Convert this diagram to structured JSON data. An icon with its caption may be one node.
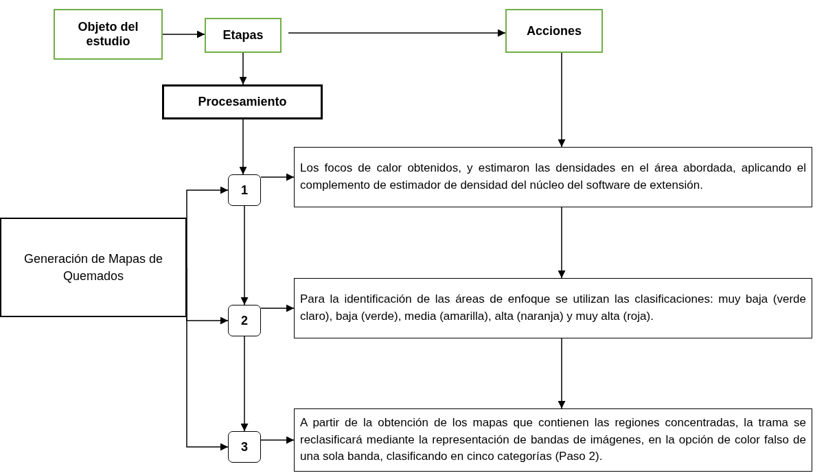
{
  "diagram": {
    "nodes": [
      {
        "text": [
          "Objeto del estudio"
        ]
      },
      {
        "text": [
          "Etapas"
        ]
      },
      {
        "text": [
          "Acciones"
        ]
      },
      {
        "text": [
          "Procesamiento"
        ]
      },
      {
        "text": [
          "1"
        ]
      },
      {
        "text": [
          "Los focos de calor obtenidos, y estimaron las densidades en el área abordada, aplicando el complemento de estimador de densidad del núcleo del software de extensión."
        ]
      },
      {
        "text": [
          "Generación de Mapas de Quemados"
        ]
      },
      {
        "text": [
          "2"
        ]
      },
      {
        "text": [
          "Para la identificación de las áreas de enfoque se utilizan las clasificaciones: muy baja (verde claro), baja (verde), media (amarilla), alta (naranja) y muy alta (roja)."
        ]
      },
      {
        "text": [
          "3"
        ]
      },
      {
        "text": [
          "A partir de la obtención de los mapas que contienen las regiones concentradas, la trama se reclasificará mediante la representación de bandas de imágenes, en la opción de color falso de una sola banda, clasificando en cinco categorías (Paso 2)."
        ]
      }
    ],
    "edges": [
      {
        "from": 0,
        "to": 1,
        "arrow": "to"
      },
      {
        "from": 1,
        "to": 2,
        "arrow": "to"
      },
      {
        "from": 1,
        "to": 3,
        "arrow": "to"
      },
      {
        "from": 3,
        "to": 4,
        "arrow": "to"
      },
      {
        "from": 2,
        "to": 5,
        "arrow": "to"
      },
      {
        "from": 4,
        "to": 5,
        "arrow": "to"
      },
      {
        "from": 6,
        "to": 4,
        "arrow": "to"
      },
      {
        "from": 6,
        "to": 7,
        "arrow": "to"
      },
      {
        "from": 6,
        "to": 9,
        "arrow": "to"
      },
      {
        "from": 4,
        "to": 7,
        "arrow": "to"
      },
      {
        "from": 7,
        "to": 8,
        "arrow": "to"
      },
      {
        "from": 5,
        "to": 8,
        "arrow": "to"
      },
      {
        "from": 7,
        "to": 9,
        "arrow": "to"
      },
      {
        "from": 8,
        "to": 10,
        "arrow": "to"
      },
      {
        "from": 9,
        "to": 10,
        "arrow": "to"
      }
    ]
  }
}
